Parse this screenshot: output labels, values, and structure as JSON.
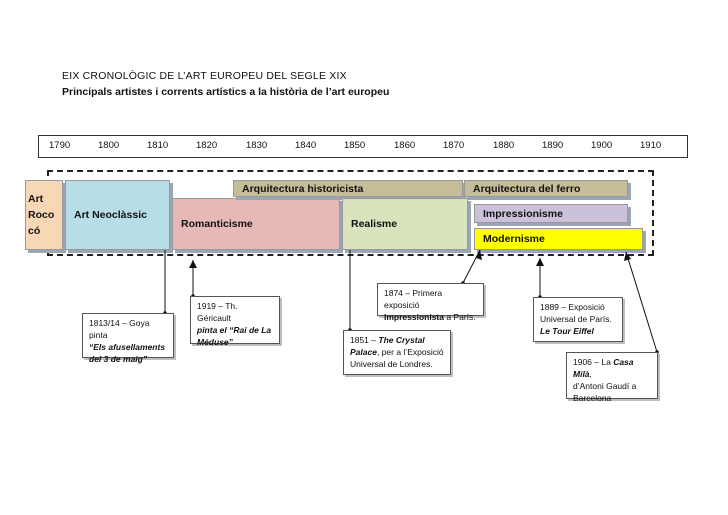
{
  "header": {
    "title": "EIX CRONOLÒGIC DE L’ART EUROPEU DEL SEGLE XIX",
    "subtitle": "Principals artistes i corrents artístics a la història de l’art europeu"
  },
  "axis": {
    "years": [
      "1790",
      "1800",
      "1810",
      "1820",
      "1830",
      "1840",
      "1850",
      "1860",
      "1870",
      "1880",
      "1890",
      "1900",
      "1910"
    ]
  },
  "periods": {
    "rococo": {
      "line1": "Art",
      "line2": "Roco",
      "line3": "có",
      "color": "#f8d7b7"
    },
    "neoclassic": {
      "label": "Art Neoclàssic",
      "color": "#b7dde8"
    },
    "romanticism": {
      "label": "Romanticisme",
      "color": "#e6b9b8"
    },
    "historicism": {
      "label": "Arquitectura historicista",
      "color": "#c4bd97"
    },
    "realism": {
      "label": "Realisme",
      "color": "#d7e4bd"
    },
    "iron": {
      "label": "Arquitectura del ferro",
      "color": "#c4bd97"
    },
    "impressionism": {
      "label": "Impressionisme",
      "color": "#ccc1da"
    },
    "modernism": {
      "label": "Modernisme",
      "color": "#ffff00"
    }
  },
  "notes": {
    "goya": {
      "line1": "1813/14 – Goya pinta",
      "line2": "“Els afusellaments",
      "line3": "del 3 de maig”"
    },
    "gericault": {
      "line1": "1919 – Th. Géricault",
      "line2": "pinta el “Rai de La",
      "line3": "Méduse”"
    },
    "crystal": {
      "line1a": "1851 – ",
      "line1b": "The Crystal",
      "line2a": "Palace",
      "line2b": ", per a l’Exposició",
      "line3": "Universal de Londres."
    },
    "impress": {
      "line1": "1874 – Primera exposició",
      "line2a": "Impressionista",
      "line2b": " a París."
    },
    "eiffel": {
      "line1": "1889 – Exposició",
      "line2": "Universal de París.",
      "line3": "Le Tour Eiffel"
    },
    "mila": {
      "line1a": "1906 – La ",
      "line1b": "Casa Milà",
      "line1c": ",",
      "line2": "d’Antoni Gaudí a",
      "line3": "Barcelona"
    }
  }
}
